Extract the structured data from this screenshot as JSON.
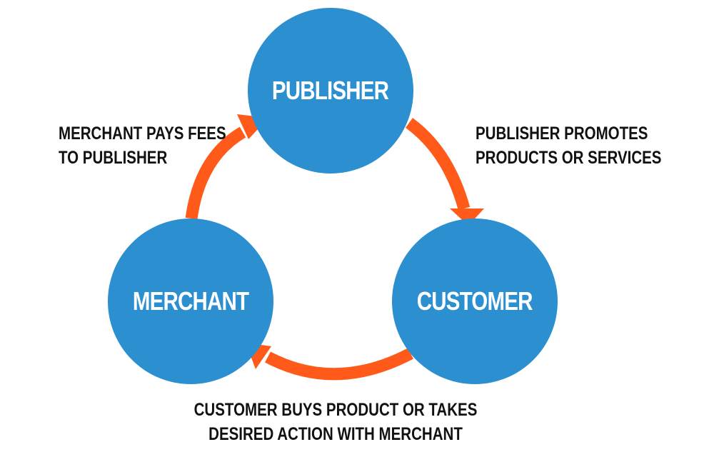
{
  "colors": {
    "node_fill": "#2B8FD0",
    "arrow": "#FF5A1A",
    "text": "#111111",
    "node_text": "#FFFFFF"
  },
  "nodes": {
    "publisher": "PUBLISHER",
    "customer": "CUSTOMER",
    "merchant": "MERCHANT"
  },
  "edges": {
    "publisher_to_customer": [
      "PUBLISHER PROMOTES",
      "PRODUCTS OR SERVICES"
    ],
    "customer_to_merchant": [
      "CUSTOMER BUYS PRODUCT OR TAKES",
      "DESIRED ACTION WITH MERCHANT"
    ],
    "merchant_to_publisher": [
      "MERCHANT PAYS FEES",
      "TO PUBLISHER"
    ]
  }
}
